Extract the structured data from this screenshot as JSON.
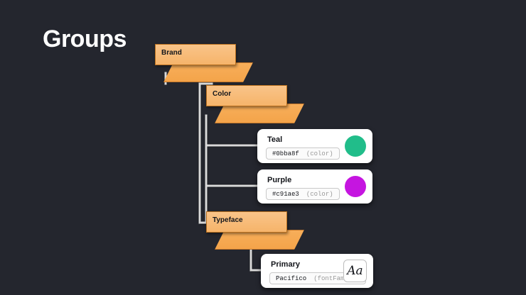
{
  "canvas": {
    "background": "#24262e",
    "title": "Groups"
  },
  "connector": {
    "color": "#d9d9d9"
  },
  "groups": [
    {
      "id": "brand",
      "label": "Brand",
      "accent": "#f6b46a"
    },
    {
      "id": "color",
      "label": "Color",
      "accent": "#f6b46a"
    },
    {
      "id": "typeface",
      "label": "Typeface",
      "accent": "#f6b46a"
    }
  ],
  "tokens": [
    {
      "id": "teal",
      "title": "Teal",
      "value": "#0bba8f",
      "type": "(color)",
      "preview_kind": "swatch",
      "swatch_color": "#21bd8a"
    },
    {
      "id": "purple",
      "title": "Purple",
      "value": "#c91ae3",
      "type": "(color)",
      "preview_kind": "swatch",
      "swatch_color": "#c515e0"
    },
    {
      "id": "primary",
      "title": "Primary",
      "value": "Pacifico",
      "type": "(fontFamily)",
      "preview_kind": "font",
      "preview_text": "Aa"
    }
  ]
}
